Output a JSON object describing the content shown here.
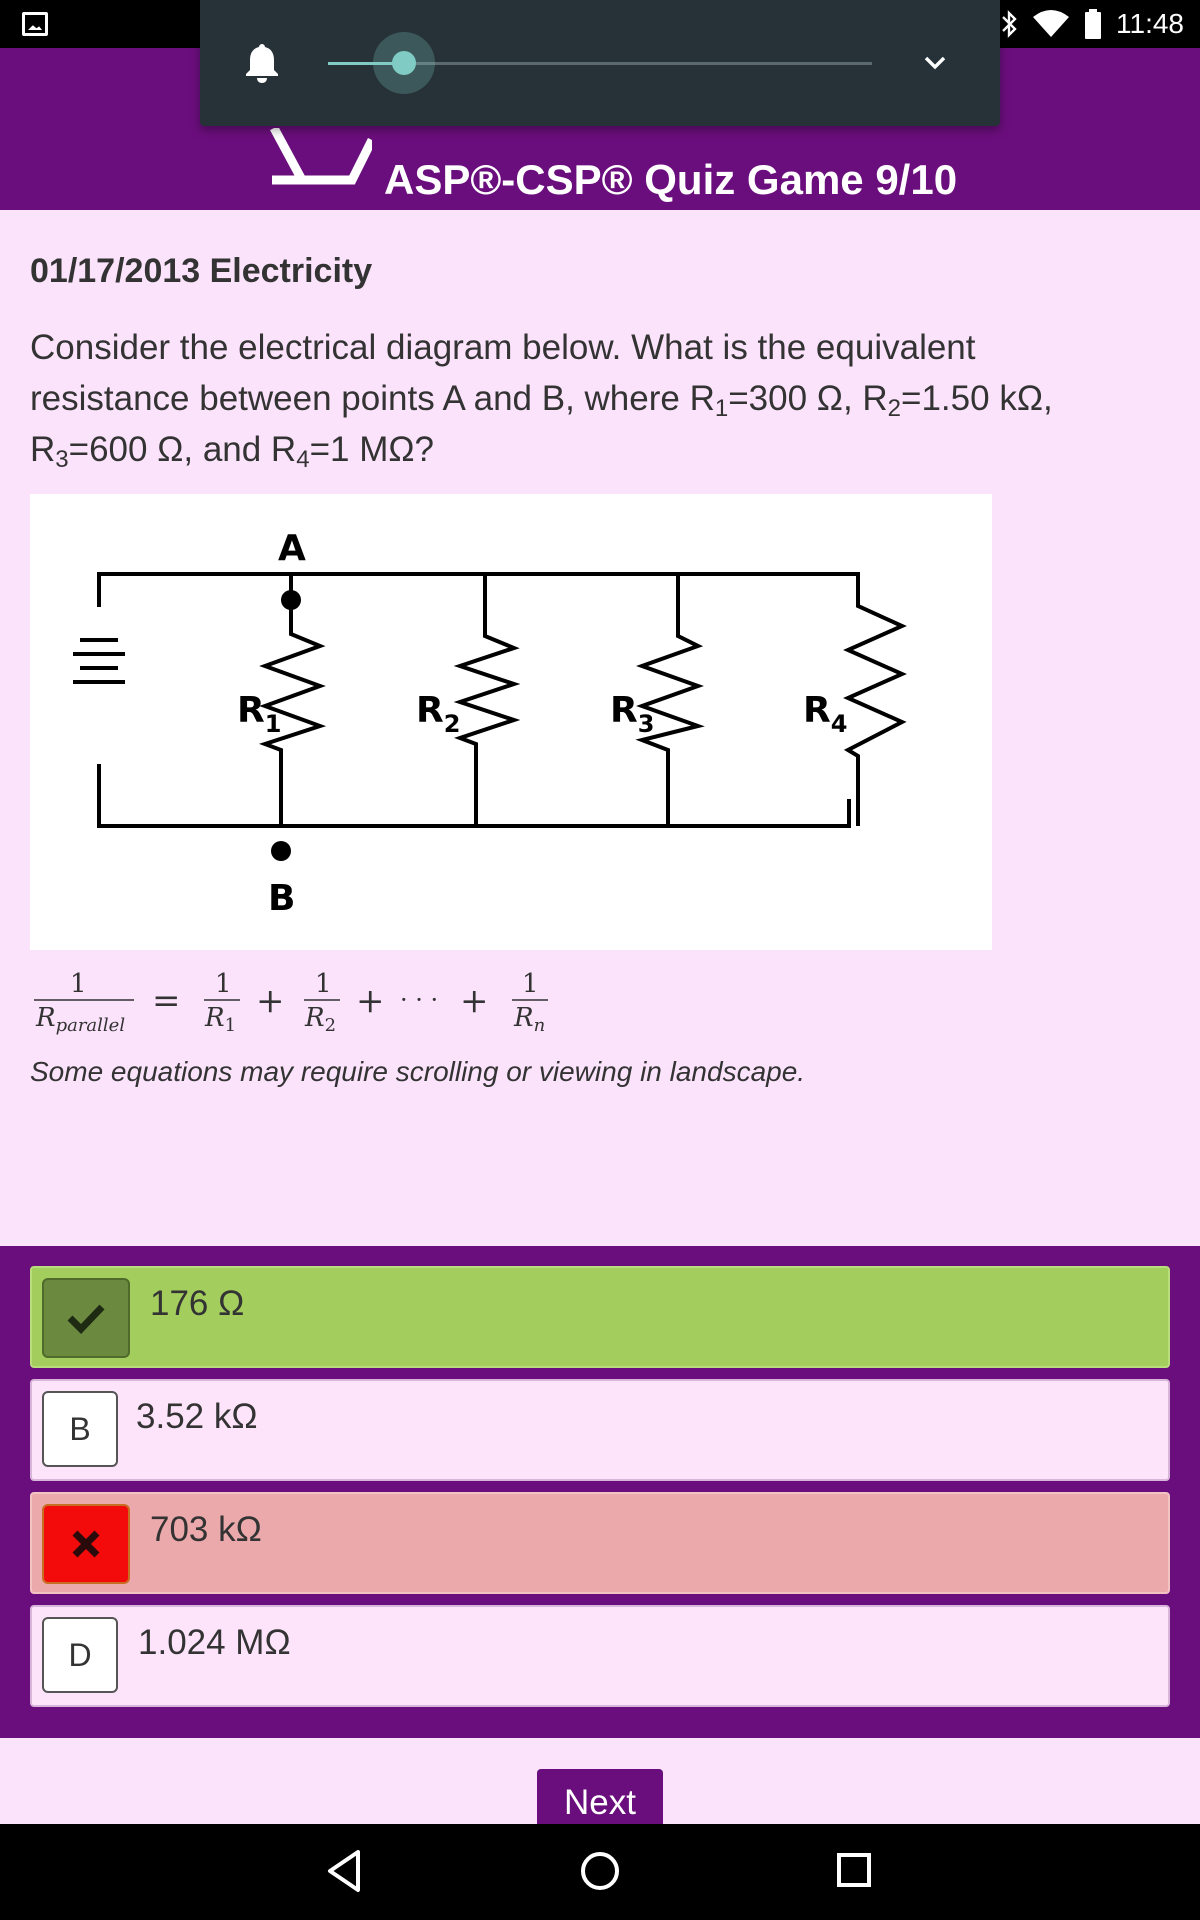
{
  "status_bar": {
    "time": "11:48",
    "icons": [
      "gallery-notification-icon",
      "bluetooth-icon",
      "wifi-icon",
      "battery-icon"
    ]
  },
  "volume_popup": {
    "level": 0.14,
    "accent_color": "#80cbc4",
    "icons": [
      "bell-icon",
      "chevron-down-icon"
    ]
  },
  "app_bar": {
    "title": "ASP®-CSP® Quiz Game 9/10",
    "color": "#6b0e7d"
  },
  "question": {
    "date_topic": "01/17/2013 Electricity",
    "text_line1": "Consider the electrical diagram below. What is the equivalent",
    "text_line2_a": "resistance between points A and B, where R",
    "r1_sub": "1",
    "r1_val": "=300 Ω, R",
    "r2_sub": "2",
    "r2_val": "=1.50 kΩ,",
    "r3_pre": "R",
    "r3_sub": "3",
    "r3_val": "=600 Ω, and R",
    "r4_sub": "4",
    "r4_val": "=1 MΩ?"
  },
  "diagram": {
    "point_a": "A",
    "point_b": "B",
    "resistors": [
      {
        "label": "R",
        "sub": "1"
      },
      {
        "label": "R",
        "sub": "2"
      },
      {
        "label": "R",
        "sub": "3"
      },
      {
        "label": "R",
        "sub": "4"
      }
    ]
  },
  "formula": {
    "lhs_num": "1",
    "lhs_den": "R",
    "lhs_den_sub": "parallel",
    "equals": "=",
    "t1_num": "1",
    "t1_den": "R",
    "t1_sub": "1",
    "t2_num": "1",
    "t2_den": "R",
    "t2_sub": "2",
    "plus": "+",
    "ellipsis": "· · ·",
    "tn_num": "1",
    "tn_den": "R",
    "tn_sub": "n"
  },
  "footnote": "Some equations may require scrolling or viewing in landscape.",
  "answers": [
    {
      "marker": "",
      "text": "176 Ω",
      "state": "correct"
    },
    {
      "marker": "B",
      "text": "3.52 kΩ",
      "state": "neutral"
    },
    {
      "marker": "",
      "text": "703 kΩ",
      "state": "wrong"
    },
    {
      "marker": "D",
      "text": "1.024 MΩ",
      "state": "neutral"
    }
  ],
  "next_label": "Next",
  "colors": {
    "page_background": "#fbe3fb",
    "correct": "#a3cd5d",
    "wrong": "#eca9ab",
    "wrong_marker": "#f30b0b"
  }
}
